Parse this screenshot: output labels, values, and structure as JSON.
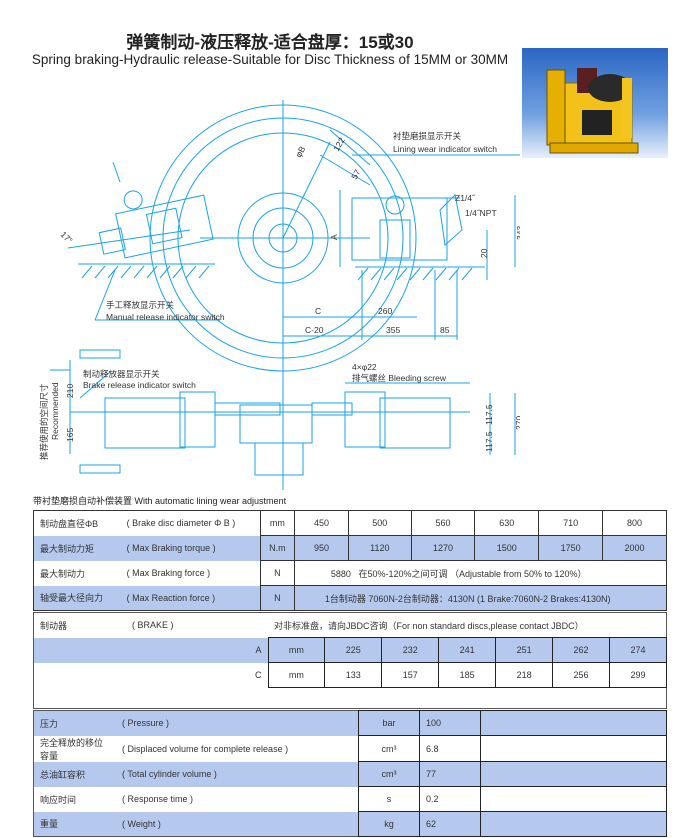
{
  "header": {
    "title_cn": "弹簧制动-液压释放-适合盘厚：15或30",
    "title_en": "Spring braking-Hydraulic release-Suitable for Disc Thickness of 15MM or 30MM"
  },
  "drawing": {
    "angle": "17°",
    "phi_b": "φB",
    "d122": "122",
    "d57": "57",
    "lining_cn": "衬垫磨损显示开关",
    "lining_en": "Lining wear indicator switch",
    "z14": "Z1/4˝",
    "npt": "1/4˝NPT",
    "d343": "343",
    "d20": "20",
    "dimA": "A",
    "dimC": "C",
    "d260": "260",
    "dimC20": "C-20",
    "d355": "355",
    "d85": "85",
    "manual_cn": "手工释放显示开关",
    "manual_en": "Manual release indicator switch",
    "release_cn": "制动释放器显示开关",
    "release_en": "Brake release indicator switch",
    "rec_cn": "推荐使用的空间尺寸",
    "rec_en": "Recommended",
    "d210": "210",
    "d165": "165",
    "holes": "4×φ22",
    "bleed": "排气螺丝 Bleeding screw",
    "d1175a": "117.5",
    "d1175b": "117.5",
    "d270": "270"
  },
  "colors": {
    "line": "#1aa3e8",
    "row_fill": "#b5c9ee"
  },
  "section_label": "带衬垫磨损自动补偿装置  With automatic lining wear adjustment",
  "table1": {
    "rows": [
      {
        "cn": "制动盘直径ΦB",
        "en": "( Brake disc diameter Φ B )",
        "unit": "mm",
        "values": [
          "450",
          "500",
          "560",
          "630",
          "710",
          "800"
        ]
      },
      {
        "cn": "最大制动力矩",
        "en": "( Max Braking torque )",
        "unit": "N.m",
        "values": [
          "950",
          "1120",
          "1270",
          "1500",
          "1750",
          "2000"
        ]
      },
      {
        "cn": "最大制动力",
        "en": "( Max Braking force )",
        "unit": "N",
        "value": "5880",
        "note": "在50%-120%之间可调 （Adjustable from 50% to 120%）"
      },
      {
        "cn": "轴受最大径向力",
        "en": "( Max Reaction force )",
        "unit": "N",
        "value": "1台制动器 7060N-2台制动器：4130N (1 Brake:7060N-2 Brakes:4130N)"
      }
    ]
  },
  "table2": {
    "cn": "制动器",
    "en": "( BRAKE )",
    "note": "对非标准盘，请向JBDC咨询（For non standard discs,please contact JBDC）",
    "rows": [
      {
        "label": "A",
        "unit": "mm",
        "values": [
          "225",
          "232",
          "241",
          "251",
          "262",
          "274"
        ]
      },
      {
        "label": "C",
        "unit": "mm",
        "values": [
          "133",
          "157",
          "185",
          "218",
          "256",
          "299"
        ]
      }
    ]
  },
  "table3": {
    "rows": [
      {
        "cn": "压力",
        "en": "( Pressure )",
        "unit": "bar",
        "value": "100"
      },
      {
        "cn": "完全释放的移位容量",
        "en": "( Displaced volume for complete release )",
        "unit": "cm³",
        "value": "6.8"
      },
      {
        "cn": "总油缸容积",
        "en": "( Total cylinder volume )",
        "unit": "cm³",
        "value": "77"
      },
      {
        "cn": "响应时间",
        "en": "( Response time )",
        "unit": "s",
        "value": "0.2"
      },
      {
        "cn": "重量",
        "en": "( Weight )",
        "unit": "kg",
        "value": "62"
      }
    ]
  }
}
